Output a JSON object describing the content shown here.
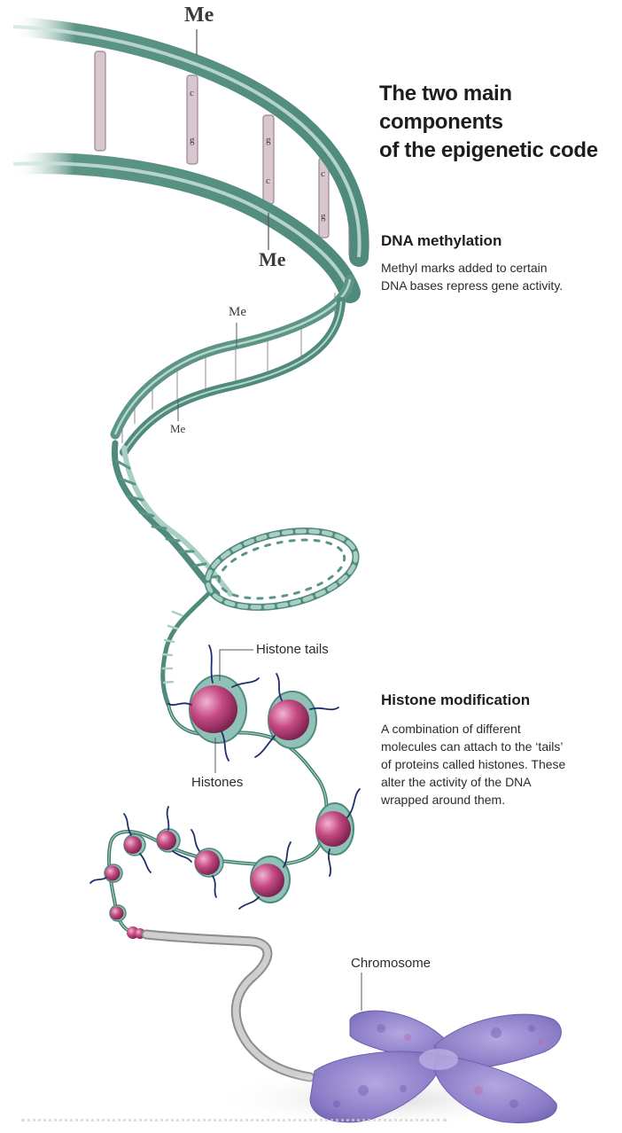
{
  "title": {
    "line1": "The two main components",
    "line2": "of the epigenetic code"
  },
  "dna_methylation": {
    "heading": "DNA methylation",
    "body_line1": "Methyl marks added to certain",
    "body_line2": "DNA bases repress gene activity."
  },
  "histone_modification": {
    "heading": "Histone modification",
    "body_lines": [
      "A combination of different",
      "molecules can attach to the ‘tails’",
      "of proteins called histones. These",
      "alter the activity of the DNA",
      "wrapped around them."
    ]
  },
  "labels": {
    "methyl_mark": "Me",
    "base_c": "c",
    "base_g": "g",
    "histone_tails": "Histone tails",
    "histones": "Histones",
    "chromosome": "Chromosome"
  },
  "colors": {
    "dna_strand": "#4f8a7c",
    "dna_strand_light": "#a9cfc4",
    "rung": "#c9b3bd",
    "histone": "#b0306a",
    "histone_highlight": "#f0a6c6",
    "histone_ring": "#7fb8ad",
    "tail": "#1f2f6b",
    "chromosome": "#8b7cc7",
    "chromatin_fiber": "#a3a3a3"
  }
}
